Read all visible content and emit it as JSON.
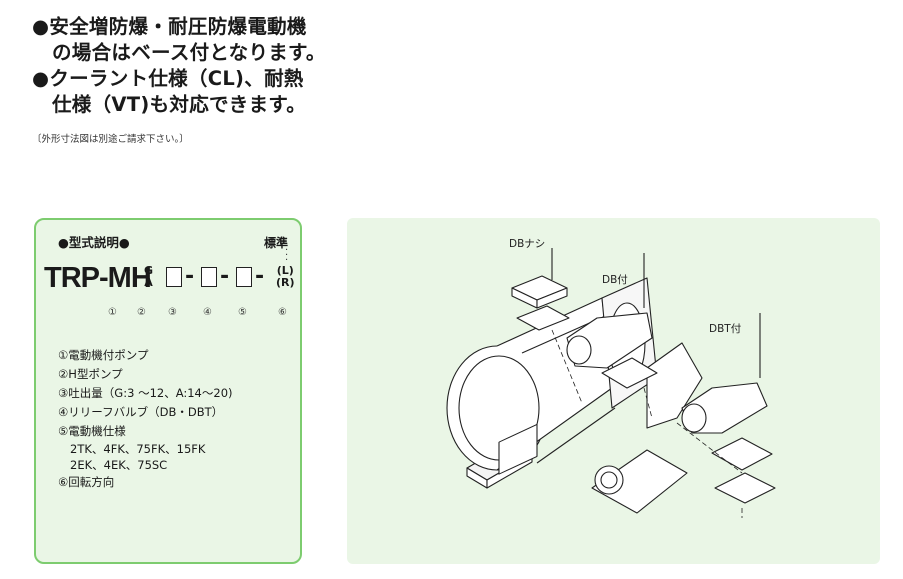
{
  "heading": {
    "line1": "●安全増防爆・耐圧防爆電動機",
    "line2": "の場合はベース付となります。",
    "line3": "●クーラント仕様（CL)、耐熱",
    "line4": "仕様（VT)も対応できます。"
  },
  "note": "〔外形寸法図は別途ご請求下さい。〕",
  "model": {
    "title": "●型式説明●",
    "standard_label": "標準",
    "code_prefix": "TRP-MH",
    "code_g": "G",
    "code_a": "A",
    "code_l": "(L)",
    "code_r": "(R)",
    "dash": "-",
    "markers": [
      "①",
      "②",
      "③",
      "④",
      "⑤",
      "⑥"
    ],
    "legend": [
      "①電動機付ポンプ",
      "②H型ポンプ",
      "③吐出量（G:3 ～12、A:14～20)",
      "④リリーフバルブ（DB・DBT）",
      "⑤電動機仕様"
    ],
    "motor_specs_line1": "2TK、4FK、75FK、15FK",
    "motor_specs_line2": "2EK、4EK、75SC",
    "legend_last": "⑥回転方向"
  },
  "diagram": {
    "label_db_none": "DBナシ",
    "label_db": "DB付",
    "label_dbt": "DBT付"
  },
  "colors": {
    "box_fill": "#eaf6e6",
    "box_border": "#7dcc6f"
  }
}
